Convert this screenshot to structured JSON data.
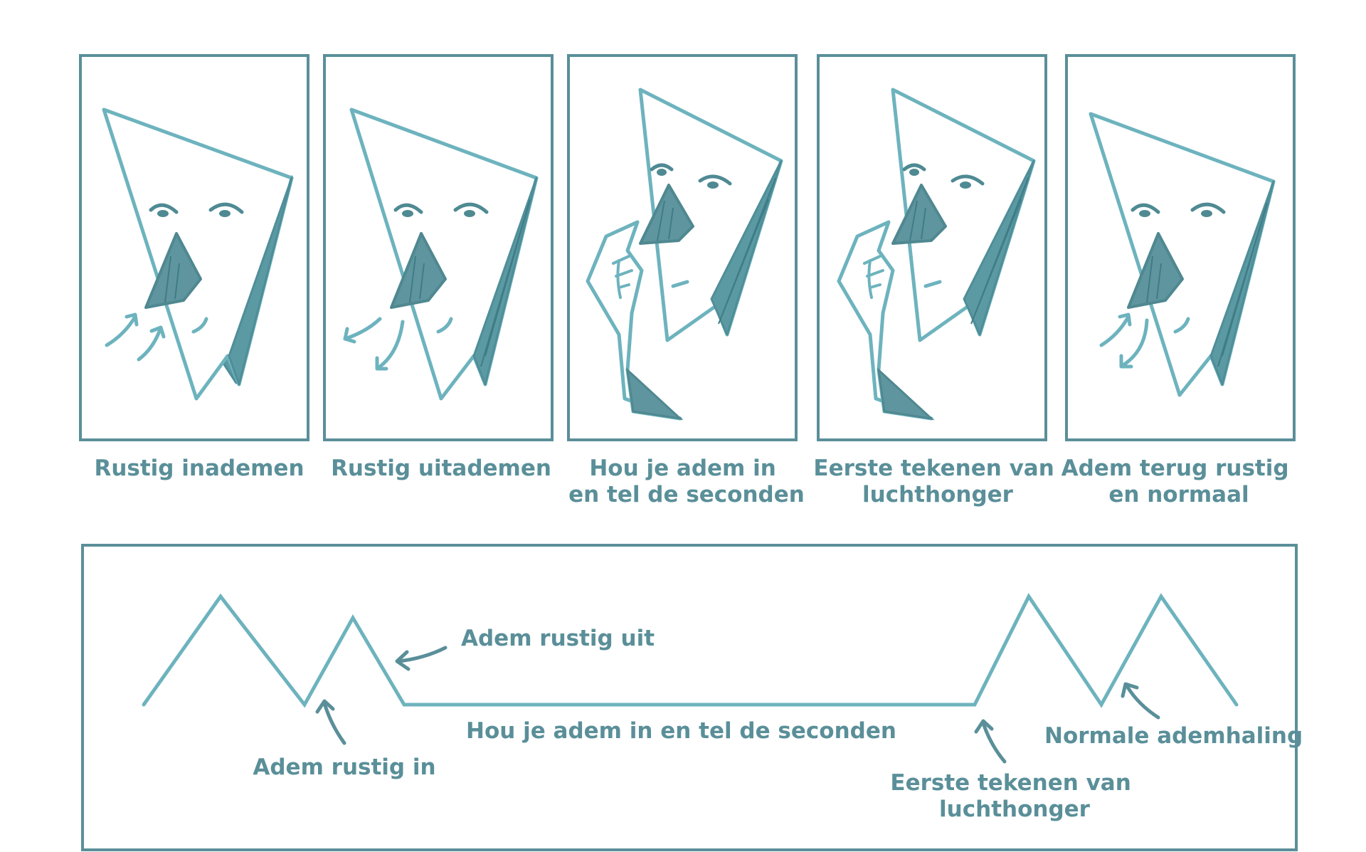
{
  "panels": [
    {
      "caption_lines": [
        "Rustig inademen"
      ]
    },
    {
      "caption_lines": [
        "Rustig uitademen"
      ]
    },
    {
      "caption_lines": [
        "Hou je adem in",
        "en tel de seconden"
      ]
    },
    {
      "caption_lines": [
        "Eerste tekenen van",
        "luchthonger"
      ]
    },
    {
      "caption_lines": [
        "Adem terug rustig",
        "en normaal"
      ]
    }
  ],
  "timeline": {
    "inhale_label": "Adem rustig in",
    "exhale_label": "Adem rustig uit",
    "hold_label": "Hou je adem in en tel de seconden",
    "hunger_label": [
      "Eerste tekenen van",
      "luchthonger"
    ],
    "normal_label": "Normale ademhaling"
  },
  "colors": {
    "stroke_dark": "#5a8f99",
    "stroke_light": "#6db3be",
    "shade": "#5f959e"
  },
  "icons": [
    "face-inhale-icon",
    "face-exhale-icon",
    "face-hold-nose-icon",
    "face-air-hunger-icon",
    "face-normal-breathing-icon"
  ]
}
